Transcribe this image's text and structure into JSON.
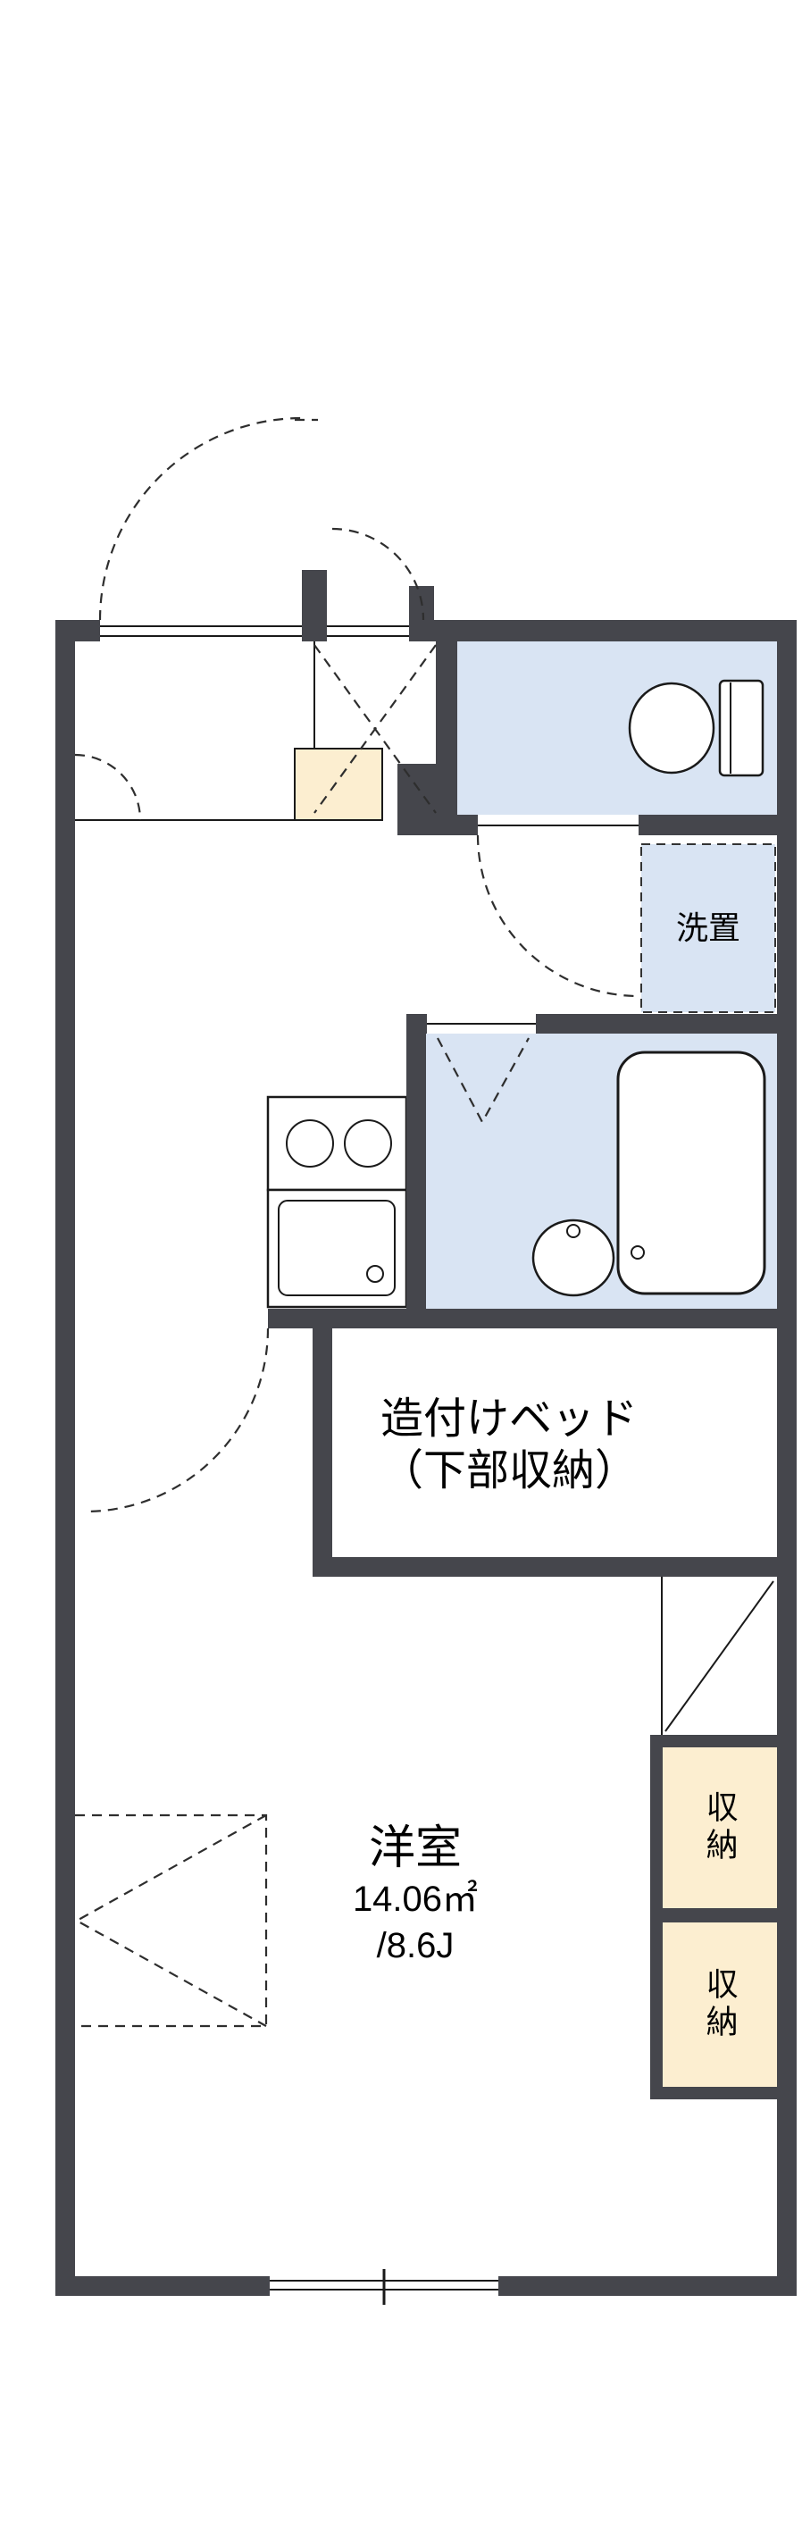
{
  "colors": {
    "wall": "#45464c",
    "wet_area": "#d9e4f3",
    "storage_fill": "#fceed0",
    "outline": "#1a1a1a"
  },
  "labels": {
    "washer_space": "洗置",
    "built_in_bed_line1": "造付けベッド",
    "built_in_bed_line2": "（下部収納）",
    "main_room_name": "洋室",
    "main_room_area_m2": "14.06㎡",
    "main_room_area_jo": "/8.6J",
    "storage_upper": "収納",
    "storage_lower": "収納"
  },
  "fixtures": {
    "toilet": "toilet-icon",
    "bathtub": "bathtub-icon",
    "washbasin": "washbasin-icon",
    "stove": "two-burner-stove-icon",
    "kitchen_sink": "kitchen-sink-icon"
  }
}
